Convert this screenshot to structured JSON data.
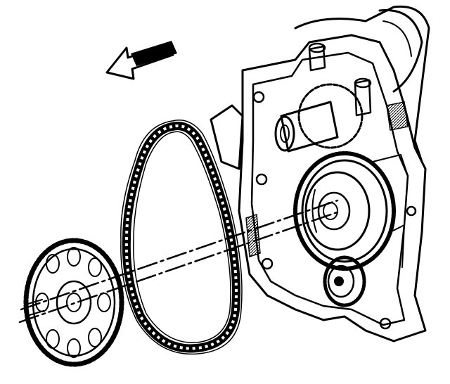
{
  "diagram": {
    "colors": {
      "ink": "#000000",
      "paper": "#ffffff"
    },
    "parts": [
      "direction-arrow",
      "engine-block",
      "camshaft-sprocket",
      "timing-chain",
      "crankshaft-gear",
      "idler-gear",
      "centerline"
    ]
  }
}
